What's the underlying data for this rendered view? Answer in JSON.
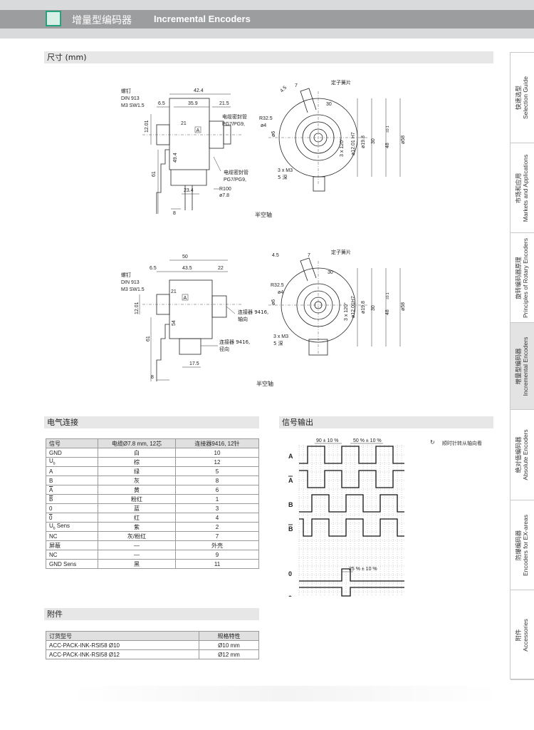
{
  "header": {
    "title_cn": "增量型编码器",
    "title_en": "Incremental Encoders",
    "accent": "#22a37d"
  },
  "sections": {
    "dimensions": "尺寸 (mm)",
    "electrical": "电气连接",
    "signal": "信号输出",
    "accessories": "附件"
  },
  "drawing1": {
    "screw": [
      "螺钉",
      "DIN 913",
      "M3 SW1.5"
    ],
    "dims": {
      "d42_4": "42.4",
      "d6_5": "6.5",
      "d35_9": "35.9",
      "d21_5": "21.5",
      "d12_01": "12.01",
      "d21": "21",
      "a": "A",
      "d49_4": "49.4",
      "d61": "61",
      "d23_4": "23.4",
      "r100": "R100",
      "phi7_8": "ø7.8",
      "d8": "8"
    },
    "gland1": [
      "电缆密封管",
      "PG7/PG9,"
    ],
    "gland2": [
      "电缆密封管",
      "PG7/PG9,"
    ],
    "caption": "半空轴",
    "spring": "定子簧片",
    "front": {
      "d4_5": "4.5",
      "d7": "7",
      "d30": "30",
      "r32_5": "R32.5",
      "phi4": "ø4",
      "phi6": "ø6",
      "d3x120": "3 x 120°",
      "phi12h7": "ø12.01 H7",
      "phi19_8": "ø19.8",
      "d30b": "30",
      "phi48": "48",
      "phi48_tol": "±0.1",
      "phi58": "ø58",
      "m3": "3 x M3",
      "depth": "5 深"
    }
  },
  "drawing2": {
    "screw": [
      "螺钉",
      "DIN 913",
      "M3 SW1.5"
    ],
    "dims": {
      "d50": "50",
      "d6_5": "6.5",
      "d43_5": "43.5",
      "d22": "22",
      "d21": "21",
      "a": "A",
      "d12_01": "12.01",
      "d54": "54",
      "d61": "61",
      "d17_5": "17.5",
      "d8": "8"
    },
    "conn1": [
      "连接器 9416,",
      "轴向"
    ],
    "conn2": [
      "连接器 9416,",
      "径向"
    ],
    "caption": "半空轴",
    "spring": "定子簧片",
    "front": {
      "d4_5": "4.5",
      "d7": "7",
      "d30": "30",
      "r32_5": "R32.5",
      "phi4": "ø4",
      "phi6": "ø6",
      "d3x120": "3 x 120°",
      "phi12h7": "ø12.01H7",
      "phi19_8": "ø19.8",
      "d30b": "30",
      "phi48": "48",
      "phi48_tol": "±0.1",
      "phi58": "ø58",
      "m3": "3 x M3",
      "depth": "5 深"
    }
  },
  "electrical_table": {
    "headers": [
      "信号",
      "电缆Ø7.8 mm, 12芯",
      "连接器9416, 12针"
    ],
    "rows": [
      {
        "signal": "GND",
        "sub": "",
        "bar": false,
        "cable": "白",
        "connector": "10"
      },
      {
        "signal": "U",
        "sub": "b",
        "bar": false,
        "cable": "棕",
        "connector": "12"
      },
      {
        "signal": "A",
        "sub": "",
        "bar": false,
        "cable": "绿",
        "connector": "5"
      },
      {
        "signal": "B",
        "sub": "",
        "bar": false,
        "cable": "灰",
        "connector": "8"
      },
      {
        "signal": "A",
        "sub": "",
        "bar": true,
        "cable": "黄",
        "connector": "6"
      },
      {
        "signal": "B",
        "sub": "",
        "bar": true,
        "cable": "粉红",
        "connector": "1"
      },
      {
        "signal": "0",
        "sub": "",
        "bar": false,
        "cable": "蓝",
        "connector": "3"
      },
      {
        "signal": "0",
        "sub": "",
        "bar": true,
        "cable": "红",
        "connector": "4"
      },
      {
        "signal": "U",
        "sub": "b",
        "bar": false,
        "suffix": " Sens",
        "cable": "紫",
        "connector": "2"
      },
      {
        "signal": "NC",
        "sub": "",
        "bar": false,
        "cable": "灰/粉红",
        "connector": "7"
      },
      {
        "signal": "屏蔽",
        "sub": "",
        "bar": false,
        "cable": "—",
        "connector": "外壳"
      },
      {
        "signal": "NC",
        "sub": "",
        "bar": false,
        "cable": "—",
        "connector": "9"
      },
      {
        "signal": "GND  Sens",
        "sub": "",
        "bar": false,
        "cable": "黑",
        "connector": "11"
      }
    ]
  },
  "accessories_table": {
    "headers": [
      "订货型号",
      "规格特性"
    ],
    "rows": [
      {
        "model": "ACC-PACK-INK-RSI58 Ø10",
        "spec": "Ø10 mm"
      },
      {
        "model": "ACC-PACK-INK-RSI58 Ø12",
        "spec": "Ø12 mm"
      }
    ]
  },
  "signal_output": {
    "rotation_note": "顺时针转从轴向看",
    "rotation_icon": "clockwise-arrow-icon",
    "labels": {
      "a": "A",
      "b": "B",
      "z": "0"
    },
    "dim_90": "90 ± 10 %",
    "dim_50": "50 % ± 10 %",
    "dim_25": "25 % ± 10 %"
  },
  "sidebar": {
    "tabs": [
      {
        "cn": "快速选型",
        "en": "Selection Guide",
        "active": false
      },
      {
        "cn": "市场和应用",
        "en": "Markets and Applications",
        "active": false
      },
      {
        "cn": "旋转编码器原理",
        "en": "Principles of Rotary Encoders",
        "active": false
      },
      {
        "cn": "增量型编码器",
        "en": "Incremental Encoders",
        "active": true
      },
      {
        "cn": "绝对值编码器",
        "en": "Absolute Encoders",
        "active": false
      },
      {
        "cn": "防爆编码器",
        "en": "Encoders for EX-areas",
        "active": false
      },
      {
        "cn": "附件",
        "en": "Accessories",
        "active": false
      }
    ]
  }
}
